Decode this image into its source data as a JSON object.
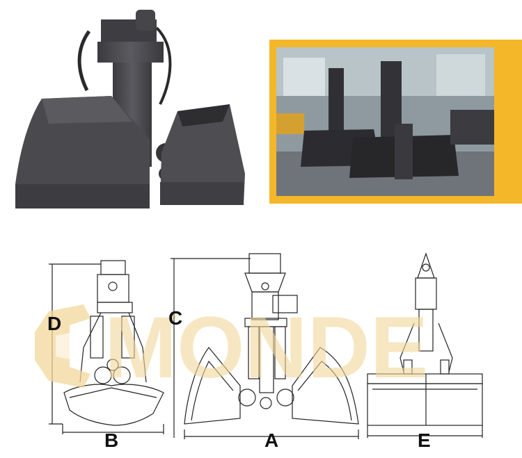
{
  "watermark": {
    "brand": "MONDE",
    "registered": "®"
  },
  "dimensions": {
    "a": "A",
    "b": "B",
    "c": "C",
    "d": "D",
    "e": "E"
  },
  "colors": {
    "steel": "#4a4a4e",
    "accent": "#f4b72a",
    "watermark": "#f2d79a"
  }
}
